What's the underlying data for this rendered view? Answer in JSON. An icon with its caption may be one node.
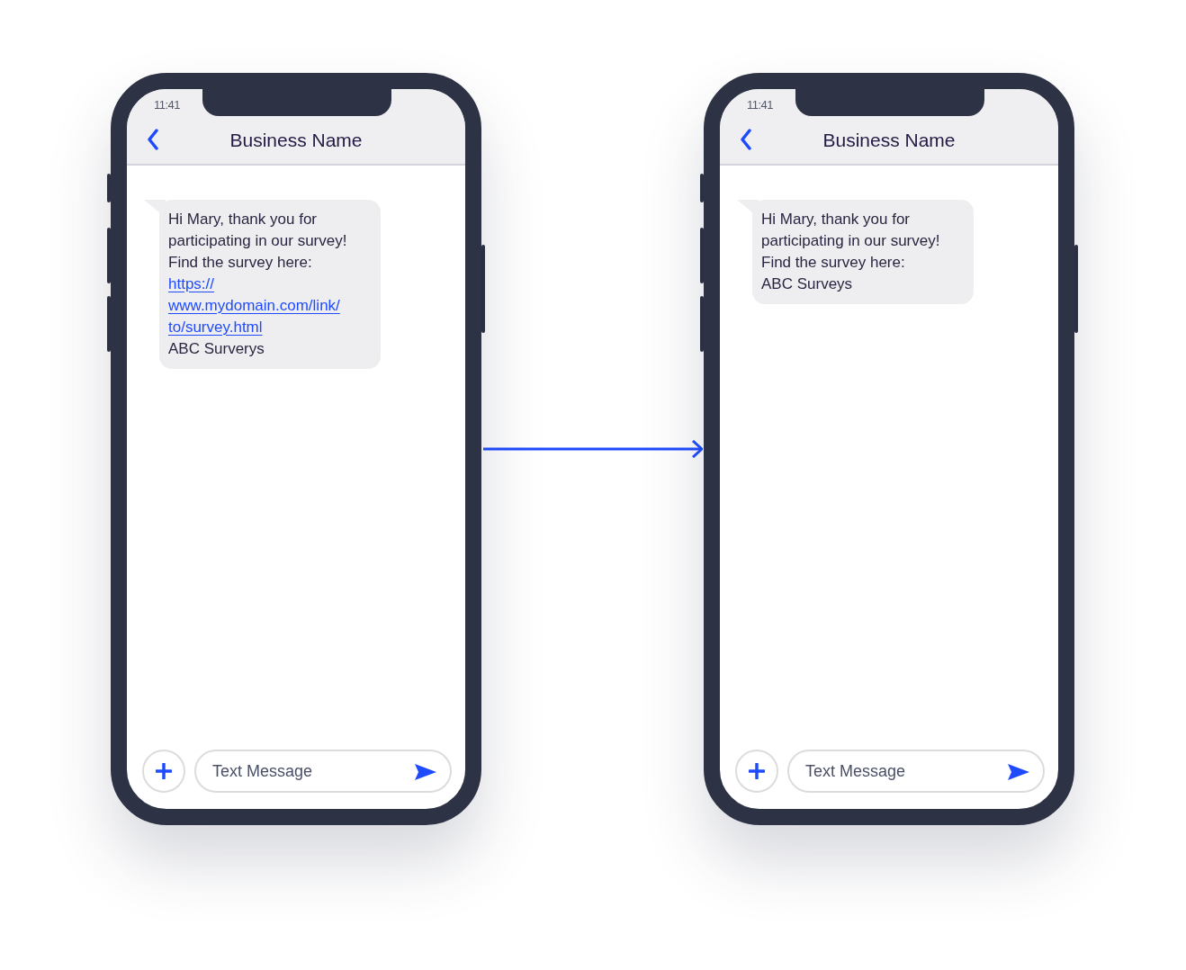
{
  "diagram": {
    "nodes": [
      {
        "text": [],
        "shape": "phone"
      },
      {
        "text": [
          "11:41",
          "Business Name"
        ],
        "in": 0
      },
      {
        "text": [
          "Hi Mary, thank you for participating in our survey! Find the survey here:",
          "https:// www.mydomain.com/link/ to/survey.html",
          "ABC Surverys"
        ],
        "in": 0
      },
      {
        "text": [],
        "shape": "circle",
        "in": 0
      },
      {
        "text": [
          "Text Message"
        ],
        "in": 0
      },
      {
        "text": [],
        "shape": "phone"
      },
      {
        "text": [
          "11:41",
          "Business Name"
        ],
        "in": 5
      },
      {
        "text": [
          "Hi Mary, thank you for participating in our survey! Find the survey here:",
          "ABC Surveys"
        ],
        "in": 5
      },
      {
        "text": [],
        "shape": "circle",
        "in": 5
      },
      {
        "text": [
          "Text Message"
        ],
        "in": 5
      }
    ],
    "edges": [
      {
        "from": 0,
        "to": 5,
        "arrow": "to"
      }
    ]
  }
}
